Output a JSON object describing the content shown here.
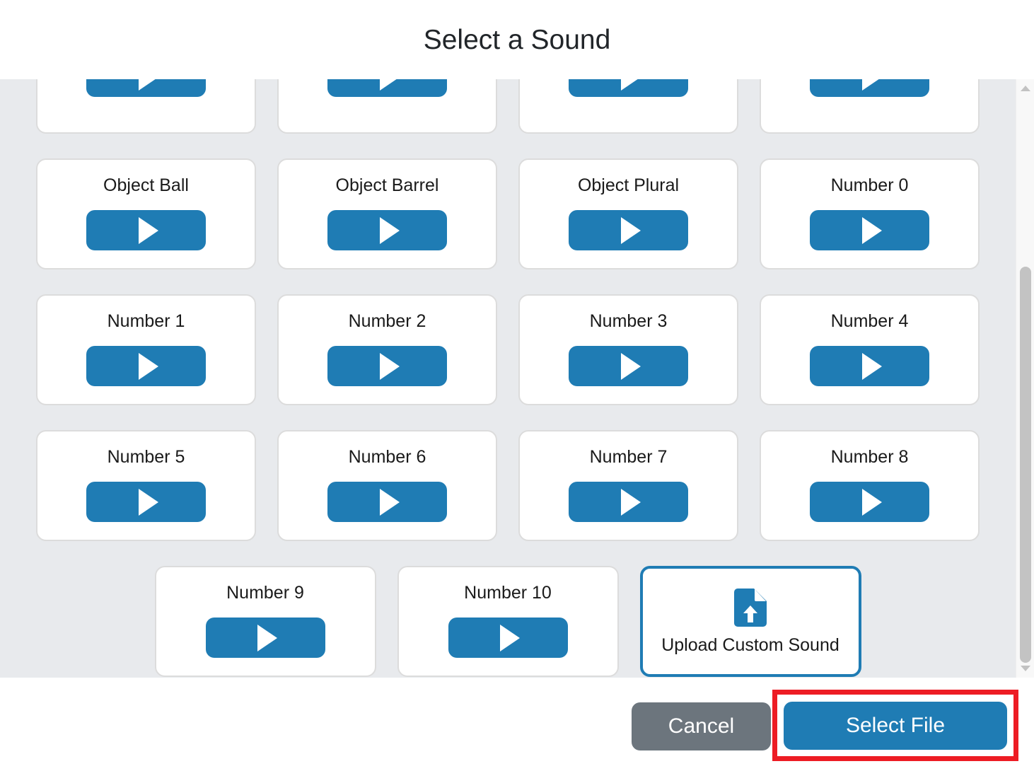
{
  "dialog": {
    "title": "Select a Sound"
  },
  "sound_grid": {
    "rows": [
      {
        "clipped": true,
        "cards": [
          {
            "label": "",
            "play_icon": "play-icon"
          },
          {
            "label": "",
            "play_icon": "play-icon"
          },
          {
            "label": "",
            "play_icon": "play-icon"
          },
          {
            "label": "",
            "play_icon": "play-icon"
          }
        ]
      },
      {
        "clipped": false,
        "cards": [
          {
            "label": "Object Ball",
            "play_icon": "play-icon"
          },
          {
            "label": "Object Barrel",
            "play_icon": "play-icon"
          },
          {
            "label": "Object Plural",
            "play_icon": "play-icon"
          },
          {
            "label": "Number 0",
            "play_icon": "play-icon"
          }
        ]
      },
      {
        "clipped": false,
        "cards": [
          {
            "label": "Number 1",
            "play_icon": "play-icon"
          },
          {
            "label": "Number 2",
            "play_icon": "play-icon"
          },
          {
            "label": "Number 3",
            "play_icon": "play-icon"
          },
          {
            "label": "Number 4",
            "play_icon": "play-icon"
          }
        ]
      },
      {
        "clipped": false,
        "cards": [
          {
            "label": "Number 5",
            "play_icon": "play-icon"
          },
          {
            "label": "Number 6",
            "play_icon": "play-icon"
          },
          {
            "label": "Number 7",
            "play_icon": "play-icon"
          },
          {
            "label": "Number 8",
            "play_icon": "play-icon"
          }
        ]
      }
    ],
    "last_row": {
      "cards": [
        {
          "label": "Number 9",
          "play_icon": "play-icon"
        },
        {
          "label": "Number 10",
          "play_icon": "play-icon"
        }
      ],
      "upload": {
        "label": "Upload Custom Sound",
        "icon": "file-upload-icon",
        "selected": true
      }
    }
  },
  "scrollbar": {
    "up_arrow_icon": "chevron-up-icon",
    "down_arrow_icon": "chevron-down-icon",
    "orientation": "vertical"
  },
  "footer": {
    "cancel_label": "Cancel",
    "select_file_label": "Select File"
  },
  "annotation": {
    "highlight_target": "select-file-button",
    "highlight_color": "#ed1c24"
  },
  "colors": {
    "accent_blue": "#1f7cb4",
    "panel_grey": "#e8eaed",
    "card_white": "#ffffff",
    "card_border": "#dcdcdc",
    "cancel_grey": "#6c757d",
    "text_dark": "#1a1a1a",
    "scroll_thumb": "#c3c3c3"
  }
}
